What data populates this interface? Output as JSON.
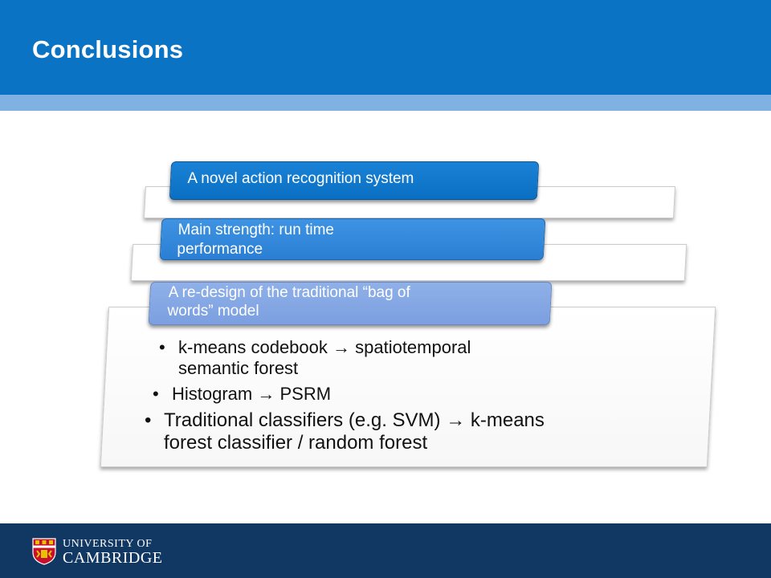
{
  "slide": {
    "title": "Conclusions"
  },
  "tabs": [
    {
      "text": "A novel action recognition system"
    },
    {
      "line1": "Main strength: run time",
      "line2": "performance"
    },
    {
      "line1": "A re-design of the traditional “bag of",
      "line2": "words” model"
    }
  ],
  "bullets": [
    {
      "line1": "k-means codebook → spatiotemporal",
      "line2": "semantic forest"
    },
    {
      "line1": "Histogram → PSRM"
    },
    {
      "line1": "Traditional classifiers (e.g. SVM) → k-means",
      "line2": "forest classifier / random forest"
    }
  ],
  "bullet_glyph": "•",
  "footer": {
    "logo_line1": "UNIVERSITY OF",
    "logo_line2": "CAMBRIDGE"
  },
  "colors": {
    "header": "#0a73c4",
    "header_stripe": "#7fb2e2",
    "footer": "#113763"
  }
}
